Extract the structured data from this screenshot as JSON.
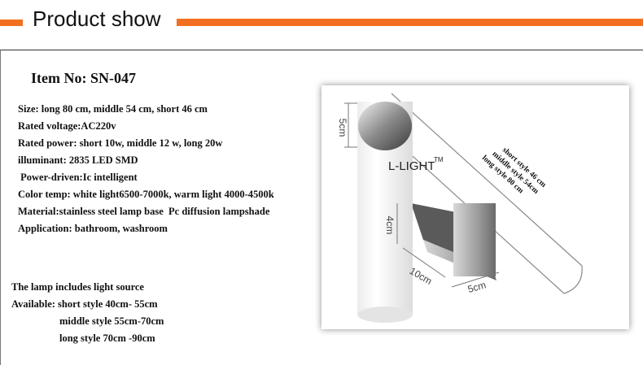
{
  "header": {
    "title": "Product show",
    "accent": "#f26f21"
  },
  "item_no": "Item No: SN-047",
  "specs": [
    "Size: long 80 cm, middle 54 cm, short 46 cm",
    "Rated voltage:AC220v",
    "Rated power: short 10w, middle 12 w, long 20w",
    "illuminant: 2835 LED SMD",
    " Power-driven:Ic intelligent",
    "Color temp: white light6500-7000k, warm light 4000-4500k",
    "Material:stainless steel lamp base  Pc diffusion lampshade",
    "Application: bathroom, washroom"
  ],
  "includes": "The lamp includes light source",
  "available": {
    "label": "Available: short style 40cm- 55cm",
    "middle": "middle style 55cm-70cm",
    "long": "long style 70cm -90cm"
  },
  "image": {
    "brand": "L-LIGHT",
    "tm": "TM",
    "dim_top": "5cm",
    "dim_base_height": "4cm",
    "dim_base_depth": "10cm",
    "dim_base_width": "5cm",
    "length_labels": [
      "short style 46 cm",
      "middle style 54cm",
      "long style 80 cm"
    ]
  }
}
